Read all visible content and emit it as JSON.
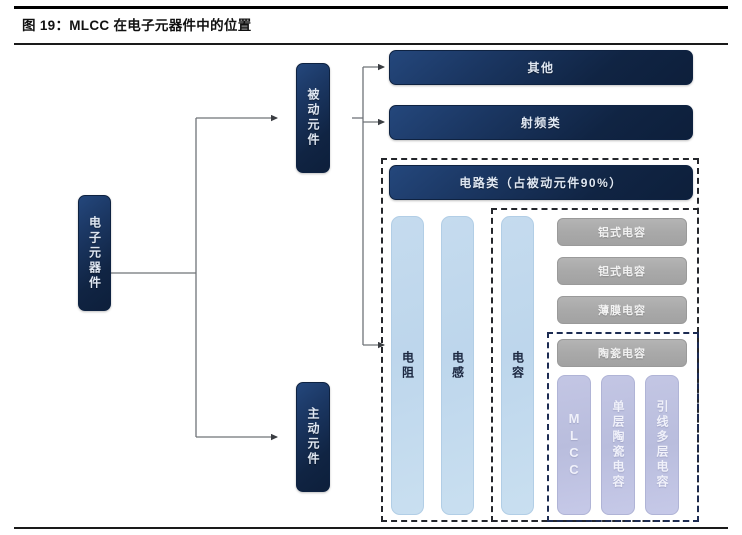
{
  "figure": {
    "title": "图 19：MLCC 在电子元器件中的位置"
  },
  "diagram": {
    "type": "hierarchy-flowchart",
    "root": {
      "label": "电子元器件",
      "orientation": "vertical"
    },
    "level2": [
      {
        "label": "被动元件",
        "orientation": "vertical"
      },
      {
        "label": "主动元件",
        "orientation": "vertical"
      }
    ],
    "passive_children": [
      {
        "label": "其他",
        "orientation": "horizontal"
      },
      {
        "label": "射频类",
        "orientation": "horizontal"
      },
      {
        "label": "电路类（占被动元件90%）",
        "orientation": "horizontal"
      }
    ],
    "circuit_header": "电路类（占被动元件90%）",
    "circuit_columns": [
      {
        "label": "电阻",
        "orientation": "vertical"
      },
      {
        "label": "电感",
        "orientation": "vertical"
      },
      {
        "label": "电容",
        "orientation": "vertical"
      }
    ],
    "capacitor_types": [
      {
        "label": "铝式电容"
      },
      {
        "label": "钽式电容"
      },
      {
        "label": "薄膜电容"
      },
      {
        "label": "陶瓷电容"
      }
    ],
    "ceramic_subtypes": [
      {
        "label": "MLCC",
        "orientation": "vertical"
      },
      {
        "label": "单层陶瓷电容",
        "orientation": "vertical"
      },
      {
        "label": "引线多层电容",
        "orientation": "vertical"
      }
    ]
  },
  "colors": {
    "navy": "#14294b",
    "light_blue": "#c2d9ed",
    "gray": "#a9a9a9",
    "lavender": "#bfc3e2",
    "dash_border": "#24262b",
    "connector": "#6f7378",
    "rule": "#111111"
  }
}
